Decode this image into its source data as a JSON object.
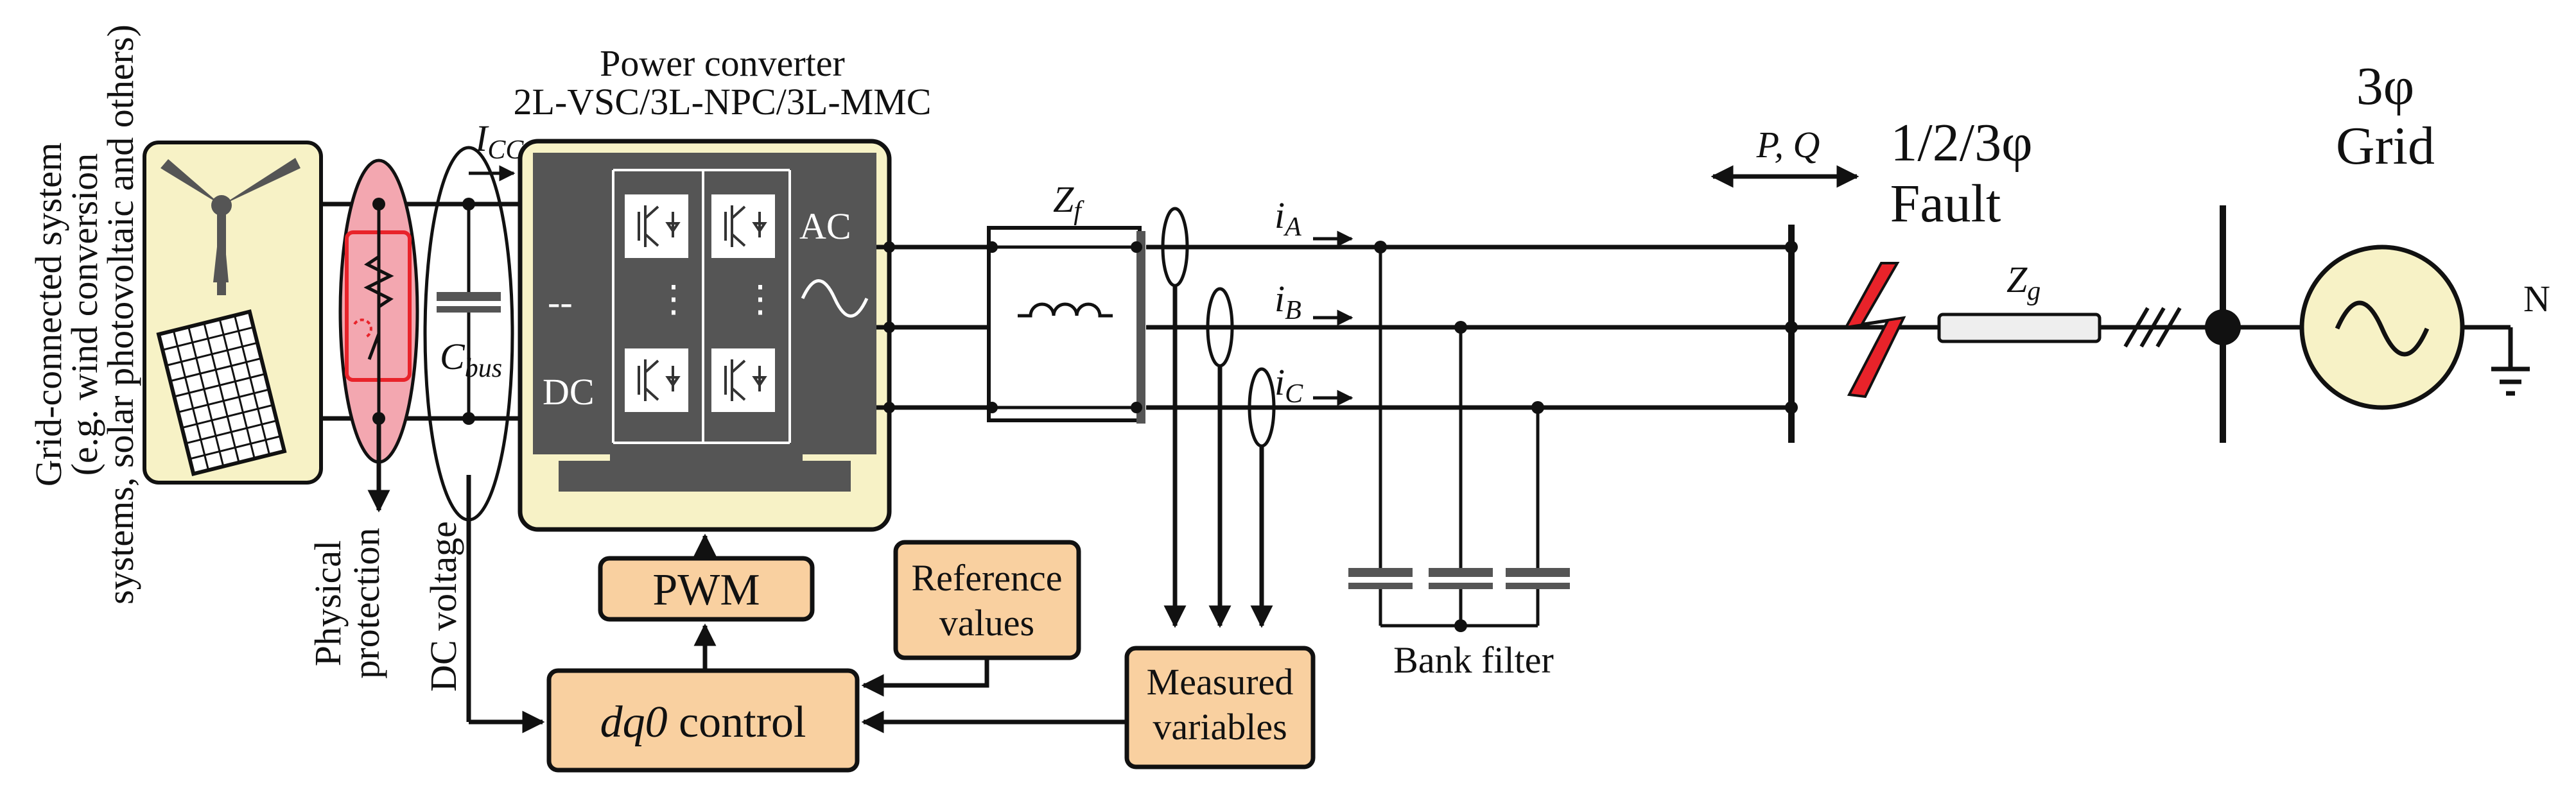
{
  "title": {
    "line1": "Power converter",
    "line2": "2L-VSC/3L-NPC/3L-MMC"
  },
  "source": {
    "line1": "Grid-connected system",
    "line2": "(e.g. wind conversion",
    "line3": "systems, solar photovoltaic and others)"
  },
  "protection": {
    "line1": "Physical",
    "line2": "protection"
  },
  "dc_voltage": "DC voltage",
  "current_cc": {
    "main": "I",
    "sub": "CC"
  },
  "capacitor": {
    "main": "C",
    "sub": "bus"
  },
  "converter": {
    "dc_label": "DC",
    "ac_label": "AC",
    "dashes": "--",
    "dots": "⋮"
  },
  "filter": {
    "main": "Z",
    "sub": "f"
  },
  "currents": [
    {
      "main": "i",
      "sub": "A"
    },
    {
      "main": "i",
      "sub": "B"
    },
    {
      "main": "i",
      "sub": "C"
    }
  ],
  "pq": "P, Q",
  "fault": {
    "line1": "1/2/3φ",
    "line2": "Fault"
  },
  "grid_impedance": {
    "main": "Z",
    "sub": "g"
  },
  "grid": {
    "line1": "3φ",
    "line2": "Grid",
    "neutral": "N"
  },
  "bank_filter": "Bank filter",
  "blocks": {
    "pwm": "PWM",
    "reference": {
      "line1": "Reference",
      "line2": "values"
    },
    "measured": {
      "line1": "Measured",
      "line2": "variables"
    },
    "control": {
      "italic": "dq0",
      "rest": " control"
    }
  },
  "colors": {
    "block_fill": "#f9d0a0",
    "panel_fill": "#f7f2c6",
    "protection_fill": "#f3a7b0",
    "converter_dark": "#4d4d4d",
    "fault_red": "#e8232a"
  }
}
